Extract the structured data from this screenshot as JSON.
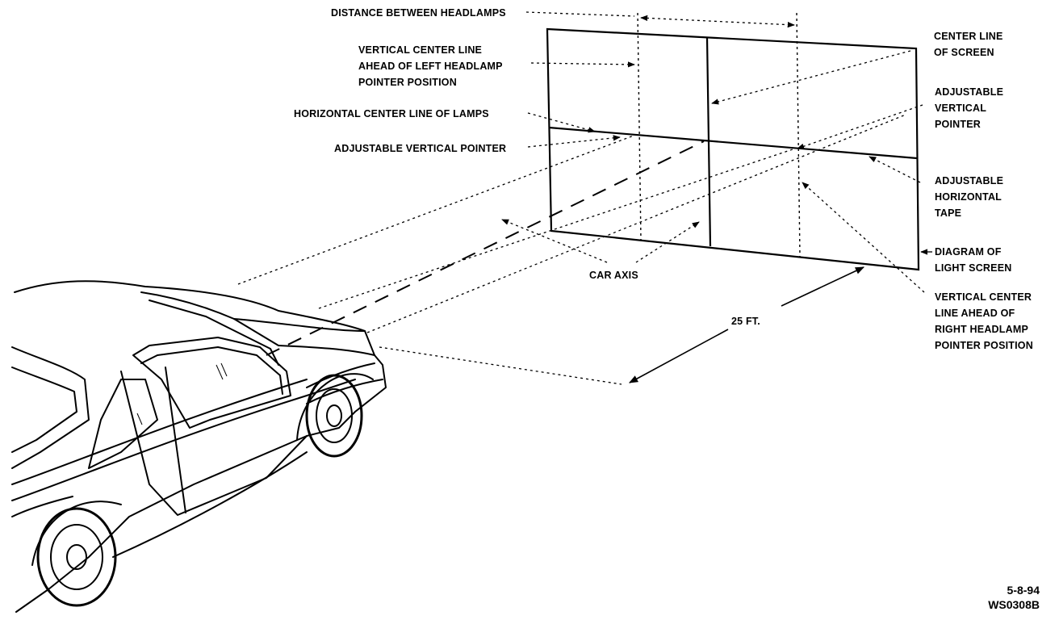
{
  "labels": {
    "distance_between_headlamps": "DISTANCE BETWEEN HEADLAMPS",
    "vertical_center_line_left": [
      "VERTICAL CENTER LINE",
      "AHEAD OF LEFT HEADLAMP",
      "POINTER POSITION"
    ],
    "horizontal_center_line_of_lamps": "HORIZONTAL CENTER LINE OF LAMPS",
    "adjustable_vertical_pointer_left": "ADJUSTABLE VERTICAL POINTER",
    "center_line_of_screen": [
      "CENTER LINE",
      "OF SCREEN"
    ],
    "adjustable_vertical_pointer_right": [
      "ADJUSTABLE",
      "VERTICAL",
      "POINTER"
    ],
    "adjustable_horizontal_tape": [
      "ADJUSTABLE",
      "HORIZONTAL",
      "TAPE"
    ],
    "diagram_of_light_screen": [
      "DIAGRAM OF",
      "LIGHT SCREEN"
    ],
    "vertical_center_line_right": [
      "VERTICAL CENTER",
      "LINE AHEAD OF",
      "RIGHT HEADLAMP",
      "POINTER POSITION"
    ],
    "car_axis": "CAR AXIS",
    "distance": "25 FT."
  },
  "figure_code": {
    "date": "5-8-94",
    "id": "WS0308B"
  }
}
